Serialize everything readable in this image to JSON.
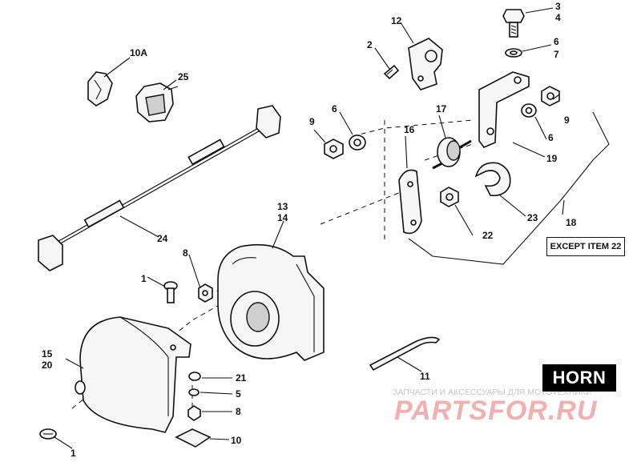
{
  "callouts": {
    "c1a": "1",
    "c1b": "1",
    "c2": "2",
    "c3": "3",
    "c4": "4",
    "c5": "5",
    "c6a": "6",
    "c6b": "6",
    "c6c": "6",
    "c7": "7",
    "c8a": "8",
    "c8b": "8",
    "c9a": "9",
    "c9b": "9",
    "c10": "10",
    "c10a": "10A",
    "c11": "11",
    "c12": "12",
    "c13": "13",
    "c14": "14",
    "c15": "15",
    "c16": "16",
    "c17": "17",
    "c18": "18",
    "c19": "19",
    "c20": "20",
    "c21": "21",
    "c22": "22",
    "c23": "23",
    "c24": "24",
    "c25": "25"
  },
  "except_label": "EXCEPT ITEM 22",
  "title": "HORN",
  "watermark": {
    "text": "ЗАПЧАСТИ И АКСЕССУАРЫ ДЛЯ МОТОТЕХНИКИ",
    "logo": "PARTSFOR.RU"
  },
  "colors": {
    "line": "#111111",
    "title_bg": "#000000",
    "title_fg": "#ffffff",
    "watermark_logo": "#f2b0b0"
  }
}
